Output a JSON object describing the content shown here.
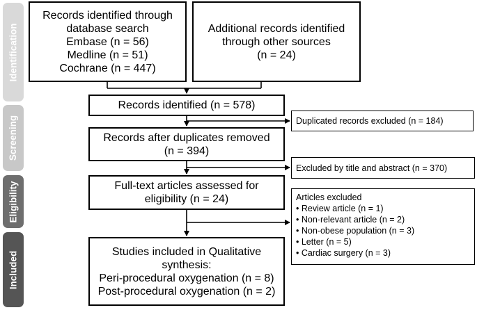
{
  "stages": [
    "Identification",
    "Screening",
    "Eligibility",
    "Included"
  ],
  "colors": {
    "identification": "#d9d9d9",
    "screening": "#c8c8c8",
    "eligibility": "#6e6e6e",
    "included": "#555555"
  },
  "boxes": {
    "database": [
      "Records identified through",
      "database search",
      "Embase (n = 56)",
      "Medline (n = 51)",
      "Cochrane (n = 447)"
    ],
    "other_sources": [
      "Additional records identified",
      "through other sources",
      "(n = 24)"
    ],
    "identified": "Records identified (n = 578)",
    "after_duplicates": [
      "Records after duplicates removed",
      "(n = 394)"
    ],
    "full_text": [
      "Full-text articles assessed for",
      "eligibility (n = 24)"
    ],
    "included": [
      "Studies included in Qualitative",
      "synthesis:",
      "Peri-procedural oxygenation (n = 8)",
      "Post-procedural oxygenation (n = 2)"
    ]
  },
  "exclusions": {
    "duplicates": "Duplicated records excluded (n = 184)",
    "title_abstract": "Excluded by title and abstract (n = 370)",
    "articles": {
      "title": "Articles excluded",
      "items": [
        "• Review article (n = 1)",
        "• Non-relevant article (n = 2)",
        "• Non-obese population (n = 3)",
        "• Letter (n = 5)",
        "• Cardiac surgery (n = 3)"
      ]
    }
  }
}
